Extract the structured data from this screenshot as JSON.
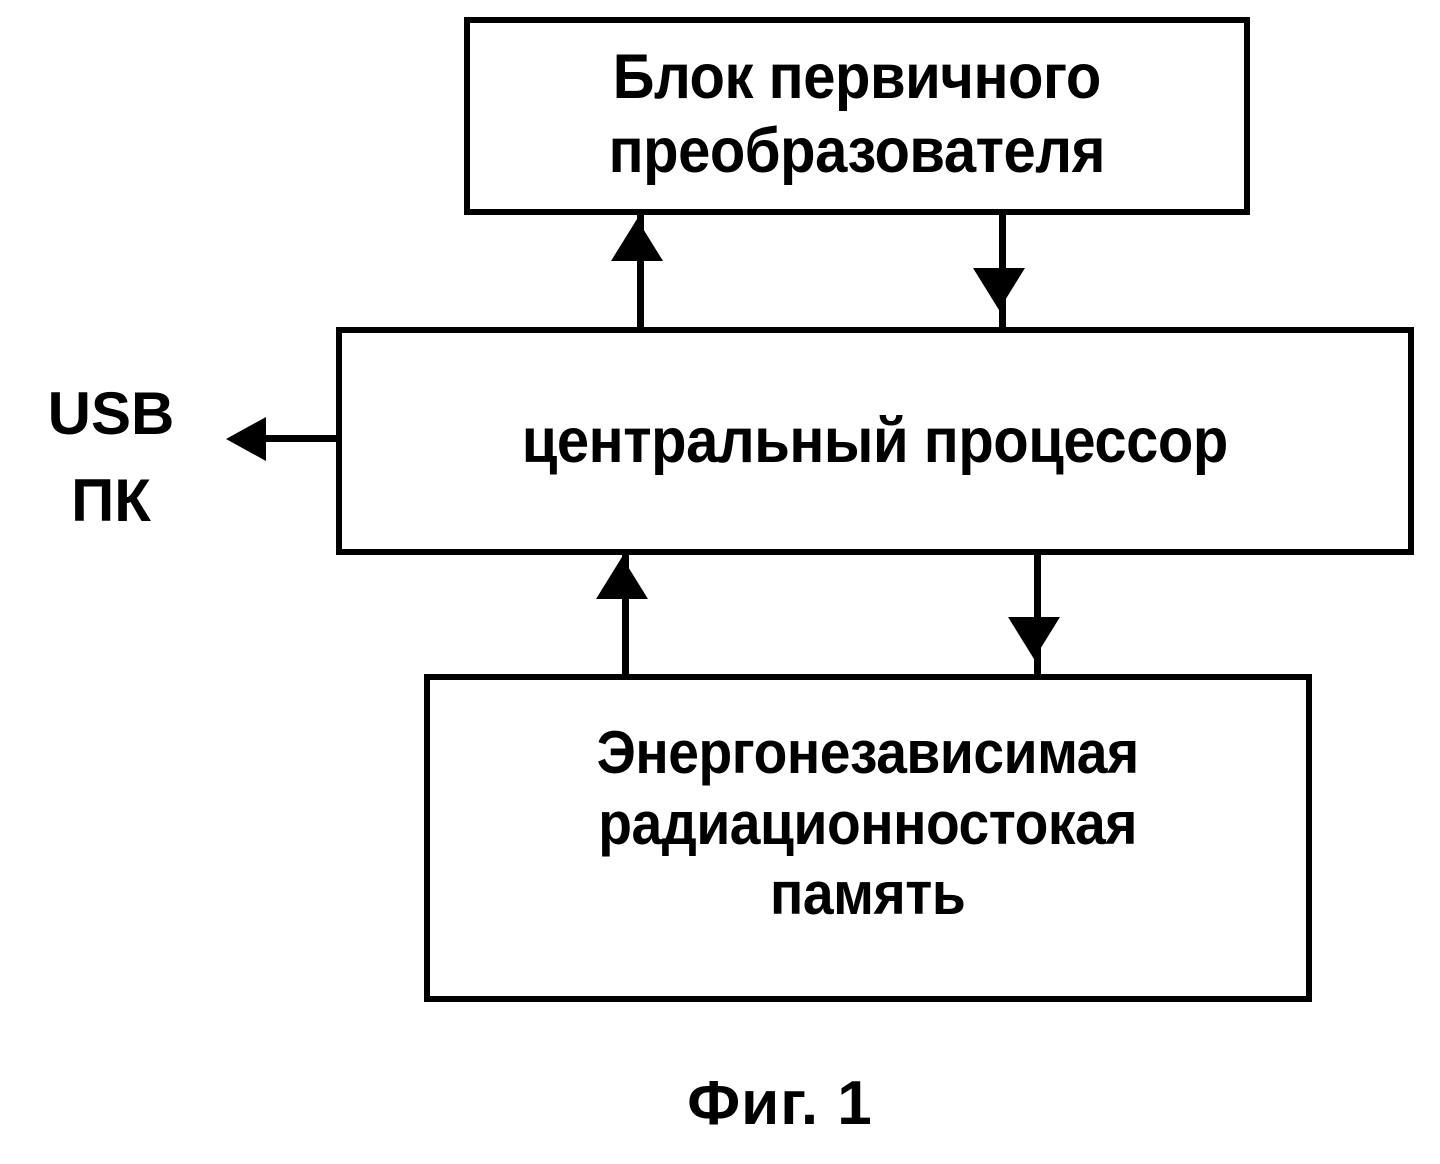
{
  "figure": {
    "caption": "Фиг. 1",
    "background_color": "#ffffff",
    "line_color": "#000000"
  },
  "blocks": [
    {
      "id": "primary-transducer",
      "label": "Блок первичного\nпреобразователя"
    },
    {
      "id": "central-processor",
      "label": "центральный процессор"
    },
    {
      "id": "nonvolatile-memory",
      "label": "Энергонезависимая\nрадиационностокая\nпамять"
    }
  ],
  "external_labels": [
    {
      "id": "usb-pc",
      "label": "USB\nПК"
    }
  ],
  "connectors": [
    {
      "id": "cpu-to-transducer",
      "from": "central-processor",
      "to": "primary-transducer",
      "direction": "up"
    },
    {
      "id": "transducer-to-cpu",
      "from": "primary-transducer",
      "to": "central-processor",
      "direction": "down"
    },
    {
      "id": "memory-to-cpu",
      "from": "nonvolatile-memory",
      "to": "central-processor",
      "direction": "up"
    },
    {
      "id": "cpu-to-memory",
      "from": "central-processor",
      "to": "nonvolatile-memory",
      "direction": "down"
    },
    {
      "id": "cpu-to-usb",
      "from": "central-processor",
      "to": "usb-pc",
      "direction": "left"
    }
  ]
}
